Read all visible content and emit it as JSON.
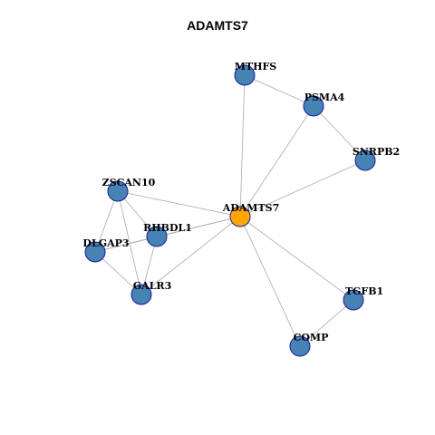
{
  "title": "ADAMTS7",
  "colors": {
    "hub": "#FFA500",
    "node": "#4682B4",
    "node_stroke": "#1A1A9A",
    "edge": "#AAAAAA"
  },
  "nodes": [
    {
      "id": "ADAMTS7",
      "label": "ADAMTS7",
      "hub": true
    },
    {
      "id": "MTHFS",
      "label": "MTHFS"
    },
    {
      "id": "PSMA4",
      "label": "PSMA4"
    },
    {
      "id": "SNRPB2",
      "label": "SNRPB2"
    },
    {
      "id": "ZSCAN10",
      "label": "ZSCAN10"
    },
    {
      "id": "RHBDL1",
      "label": "RHBDL1"
    },
    {
      "id": "DLGAP3",
      "label": "DLGAP3"
    },
    {
      "id": "GALR3",
      "label": "GALR3"
    },
    {
      "id": "TGFB1",
      "label": "TGFB1"
    },
    {
      "id": "COMP",
      "label": "COMP"
    }
  ],
  "edges": [
    [
      "MTHFS",
      "PSMA4"
    ],
    [
      "PSMA4",
      "SNRPB2"
    ],
    [
      "MTHFS",
      "ADAMTS7"
    ],
    [
      "PSMA4",
      "ADAMTS7"
    ],
    [
      "SNRPB2",
      "ADAMTS7"
    ],
    [
      "ZSCAN10",
      "ADAMTS7"
    ],
    [
      "RHBDL1",
      "ADAMTS7"
    ],
    [
      "DLGAP3",
      "ADAMTS7"
    ],
    [
      "GALR3",
      "ADAMTS7"
    ],
    [
      "TGFB1",
      "ADAMTS7"
    ],
    [
      "COMP",
      "ADAMTS7"
    ],
    [
      "TGFB1",
      "COMP"
    ],
    [
      "ZSCAN10",
      "RHBDL1"
    ],
    [
      "ZSCAN10",
      "DLGAP3"
    ],
    [
      "ZSCAN10",
      "GALR3"
    ],
    [
      "RHBDL1",
      "DLGAP3"
    ],
    [
      "RHBDL1",
      "GALR3"
    ],
    [
      "DLGAP3",
      "GALR3"
    ]
  ]
}
